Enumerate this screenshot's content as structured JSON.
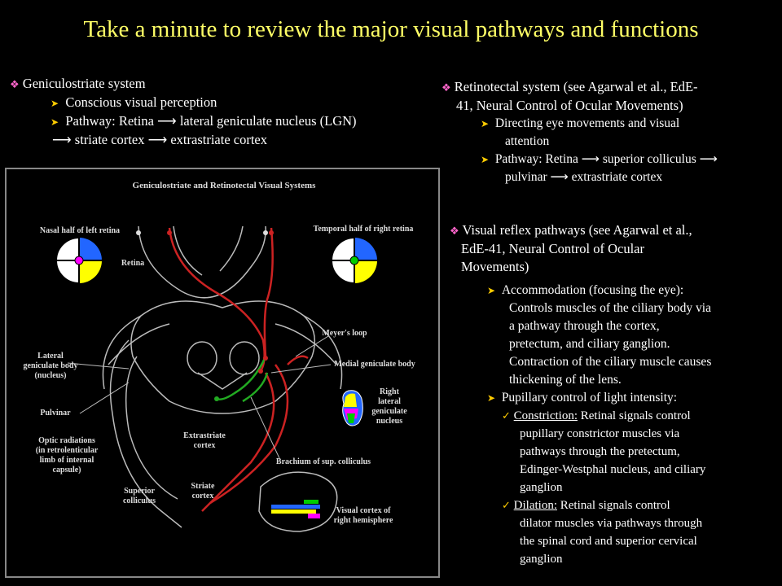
{
  "title": "Take a minute to review the major visual pathways and functions",
  "geniculo": {
    "heading": "Geniculostriate system",
    "item1": "Conscious visual perception",
    "item2_a": "Pathway: Retina",
    "item2_b": "lateral geniculate nucleus (LGN)",
    "item2_c": "striate cortex",
    "item2_d": "extrastriate cortex"
  },
  "retinotectal": {
    "heading_l1": "Retinotectal system (see Agarwal et al., EdE-",
    "heading_l2": "41, Neural Control of Ocular Movements)",
    "item1_l1": "Directing eye movements and visual",
    "item1_l2": "attention",
    "item2_a": "Pathway: Retina",
    "item2_b": "superior colliculus",
    "item2_c": "pulvinar",
    "item2_d": "extrastriate cortex"
  },
  "reflex": {
    "heading_l1": "Visual reflex pathways (see Agarwal et al.,",
    "heading_l2": "EdE-41, Neural Control of Ocular",
    "heading_l3": "Movements)",
    "accom_l1": "Accommodation (focusing the eye):",
    "accom_l2": "Controls muscles of the ciliary body via",
    "accom_l3": "a pathway through the cortex,",
    "accom_l4": "pretectum, and ciliary ganglion.",
    "accom_l5": "Contraction of the ciliary muscle causes",
    "accom_l6": "thickening of the lens.",
    "pupil": "Pupillary control of light intensity:",
    "constr_title": "Constriction:",
    "constr_l1": " Retinal signals control",
    "constr_l2": "pupillary constrictor muscles via",
    "constr_l3": "pathways through the pretectum,",
    "constr_l4": "Edinger-Westphal nucleus, and ciliary",
    "constr_l5": "ganglion",
    "dil_title": "Dilation:",
    "dil_l1": " Retinal signals control",
    "dil_l2": "dilator muscles via pathways through",
    "dil_l3": "the spinal cord and superior cervical",
    "dil_l4": "ganglion"
  },
  "diagram": {
    "title": "Geniculostriate and Retinotectal Visual Systems",
    "nasal": "Nasal half of left retina",
    "temporal": "Temporal half of right retina",
    "retina": "Retina",
    "meyers": "Meyer's loop",
    "lgb_l1": "Lateral",
    "lgb_l2": "geniculate body",
    "lgb_l3": "(nucleus)",
    "mgb": "Medial geniculate body",
    "rlgn_l1": "Right",
    "rlgn_l2": "lateral",
    "rlgn_l3": "geniculate",
    "rlgn_l4": "nucleus",
    "pulvinar": "Pulvinar",
    "optic_l1": "Optic radiations",
    "optic_l2": "(in retrolenticular",
    "optic_l3": "limb of internal",
    "optic_l4": "capsule)",
    "extra_l1": "Extrastriate",
    "extra_l2": "cortex",
    "brachium": "Brachium of sup. colliculus",
    "sc_l1": "Superior",
    "sc_l2": "colliculus",
    "striate_l1": "Striate",
    "striate_l2": "cortex",
    "vc_l1": "Visual cortex of",
    "vc_l2": "right  hemisphere"
  },
  "colors": {
    "title": "#ffff66",
    "pathway_red": "#cc2222",
    "pathway_green": "#22aa22",
    "quad_blue": "#2266ff",
    "quad_yellow": "#ffff00",
    "quad_magenta": "#ff00ff",
    "quad_green": "#00cc00"
  }
}
